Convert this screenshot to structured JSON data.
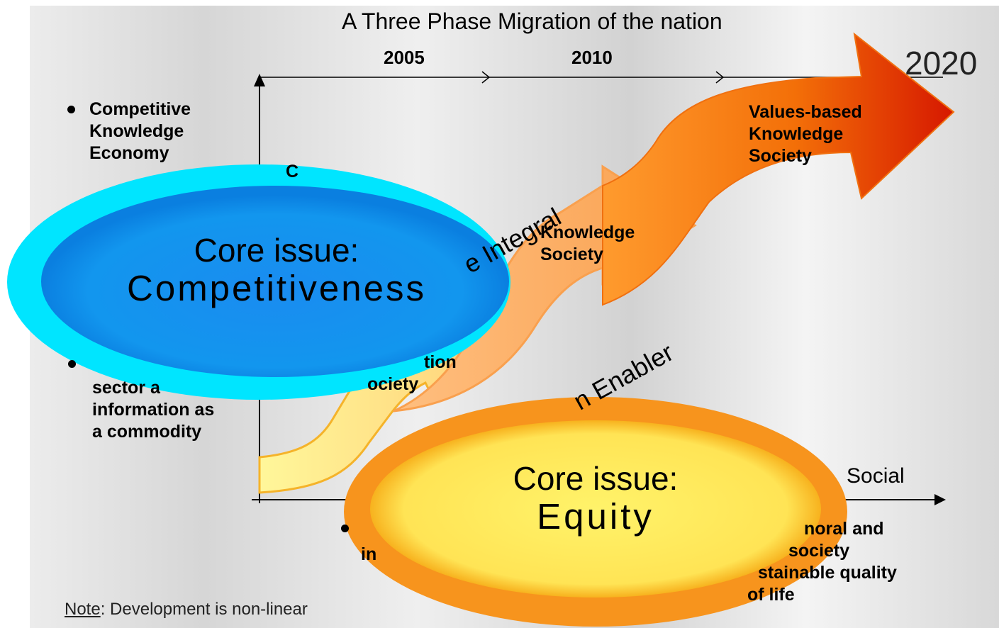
{
  "title": "A Three Phase Migration of the nation",
  "years": [
    "2005",
    "2010",
    "2020"
  ],
  "left_items": {
    "top": [
      "Competitive",
      "Knowledge",
      "Economy"
    ],
    "bottom_partial": [
      "sector a",
      "information as",
      "a commodity"
    ]
  },
  "stages": {
    "stage3": [
      "Values-based",
      "Knowledge",
      "Society"
    ],
    "stage2": [
      "Knowledge",
      "Society"
    ],
    "stage1_partial": [
      "tion",
      "ociety"
    ]
  },
  "diagonal_labels": {
    "integral": "e Integral",
    "enabler": "n Enabler"
  },
  "partials": {
    "c_char": "C",
    "in_char": "in",
    "social_axis": "Social",
    "bottom_right": [
      "noral and",
      "society",
      "stainable quality",
      "of life"
    ]
  },
  "note": {
    "label": "Note",
    "text": ": Development is non-linear"
  },
  "ovals": {
    "competitiveness": {
      "line1": "Core issue:",
      "line2": "Competitiveness"
    },
    "equity": {
      "line1": "Core issue:",
      "line2": "Equity"
    }
  },
  "colors": {
    "oval_blue_outer": "#00e5ff",
    "oval_blue_inner": "#0f8ef0",
    "oval_yellow_outer": "#fff35a",
    "oval_yellow_inner": "#f7941d",
    "arrow_red": "#d61800",
    "arrow_light": "#fff79a"
  }
}
